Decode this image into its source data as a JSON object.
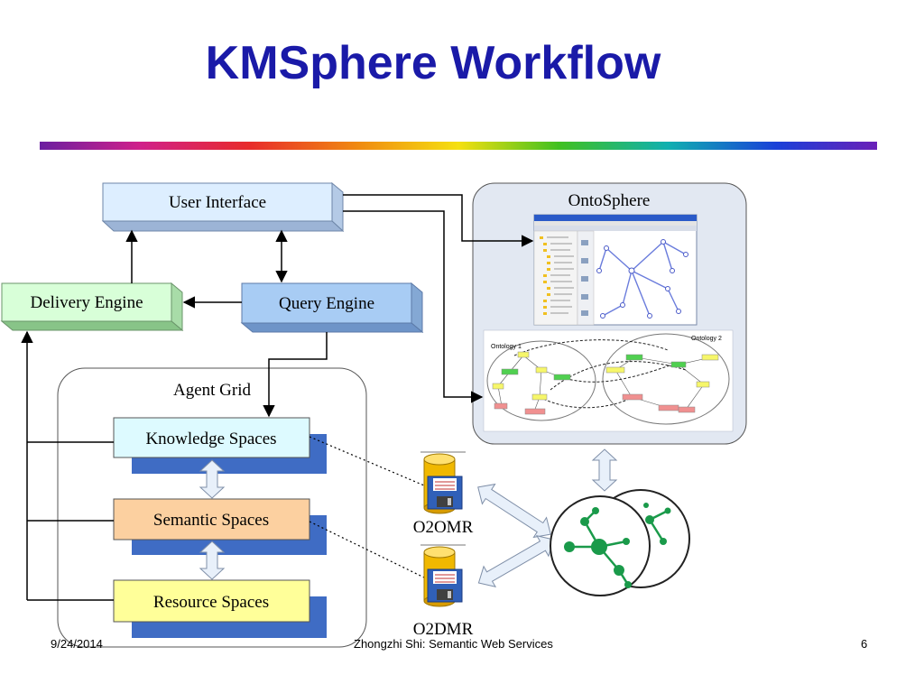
{
  "slide": {
    "title": "KMSphere Workflow",
    "footer_date": "9/24/2014",
    "footer_center": "Zhongzhi Shi: Semantic Web Services",
    "page_number": "6"
  },
  "diagram": {
    "user_interface": "User Interface",
    "delivery_engine": "Delivery Engine",
    "query_engine": "Query Engine",
    "agent_grid": "Agent Grid",
    "knowledge_spaces": "Knowledge Spaces",
    "semantic_spaces": "Semantic Spaces",
    "resource_spaces": "Resource Spaces",
    "ontosphere": "OntoSphere",
    "o2omr": "O2OMR",
    "o2dmr": "O2DMR",
    "ontology_1": "Ontology 1",
    "ontology_2": "Ontology 2"
  },
  "colors": {
    "title": "#1a1aa8",
    "user_interface_fill": "#ddeeff",
    "delivery_engine_fill": "#d8ffd8",
    "query_engine_fill": "#a8ccf4",
    "knowledge_spaces_fill": "#ddfaff",
    "semantic_spaces_fill": "#fcd0a0",
    "resource_spaces_fill": "#ffff99",
    "shadow_blue": "#3f6cc4",
    "database_gold": "#f0b800",
    "network_green": "#1a9a4a"
  }
}
